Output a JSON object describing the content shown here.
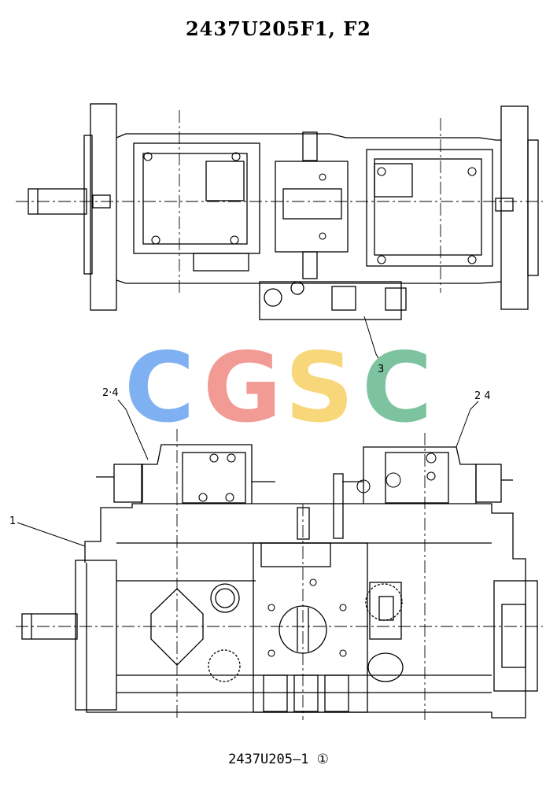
{
  "title": "2437U205F1, F2",
  "caption": "2437U205—1 ①",
  "callouts": {
    "label_3": "3",
    "label_2_4_left": "2·4",
    "label_2_4_right": "2 4",
    "label_1": "1"
  },
  "watermark": {
    "letters": [
      "C",
      "G",
      "S",
      "C"
    ],
    "colors": [
      "#7EB0F2",
      "#F29A94",
      "#F8D77B",
      "#7DC3A0"
    ]
  },
  "colors": {
    "line": "#000000",
    "background": "#ffffff"
  }
}
